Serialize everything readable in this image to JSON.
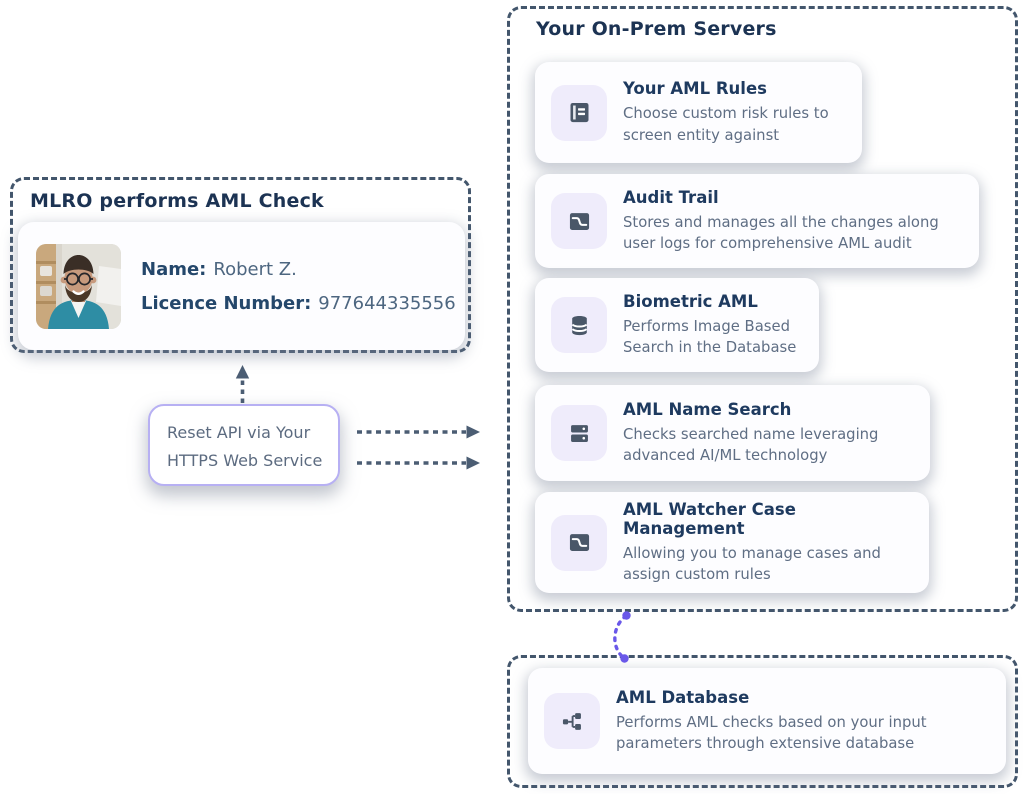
{
  "colors": {
    "heading": "#1c3353",
    "body_text": "#5f6e84",
    "dashed_border": "#43566c",
    "card_background": "#fdfdff",
    "icon_tile_background": "#efecfb",
    "icon_color": "#4a5768",
    "api_box_border": "#b7b0f3",
    "connector_purple": "#6a58e9"
  },
  "mlro_section": {
    "title": "MLRO performs AML Check",
    "card": {
      "photo": "man-with-glasses-photo",
      "name_label": "Name:",
      "name_value": "Robert Z.",
      "licence_label": "Licence Number:",
      "licence_value": "977644335556"
    }
  },
  "api_box": {
    "line1": "Reset API via Your",
    "line2": "HTTPS Web Service"
  },
  "onprem_section": {
    "title": "Your On-Prem Servers",
    "cards": [
      {
        "icon": "journal-icon",
        "title": "Your AML Rules",
        "description": "Choose custom risk rules to screen entity against"
      },
      {
        "icon": "curve-icon",
        "title": "Audit Trail",
        "description": "Stores and manages all the changes along user logs for comprehensive AML audit"
      },
      {
        "icon": "database-icon",
        "title": "Biometric AML",
        "description": "Performs Image Based Search in the Database"
      },
      {
        "icon": "server-icon",
        "title": "AML Name Search",
        "description": "Checks searched name leveraging advanced AI/ML technology"
      },
      {
        "icon": "curve-icon",
        "title": "AML Watcher Case Management",
        "description": "Allowing you to manage cases and assign custom rules"
      }
    ]
  },
  "database_section": {
    "card": {
      "icon": "network-icon",
      "title": "AML Database",
      "description": "Performs AML checks based on your input parameters through extensive database"
    }
  }
}
